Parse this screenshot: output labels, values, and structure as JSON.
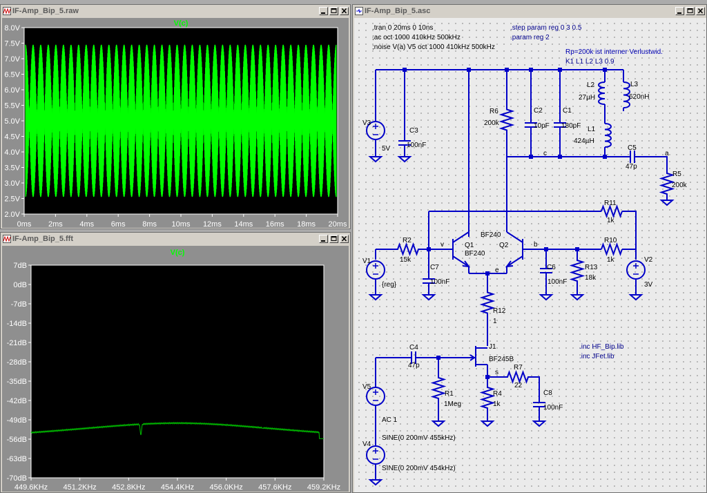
{
  "window_raw": {
    "title": "IF-Amp_Bip_5.raw",
    "trace": "V(c)",
    "y_ticks": [
      "8.0V",
      "7.5V",
      "7.0V",
      "6.5V",
      "6.0V",
      "5.5V",
      "5.0V",
      "4.5V",
      "4.0V",
      "3.5V",
      "3.0V",
      "2.5V",
      "2.0V"
    ],
    "x_ticks": [
      "0ms",
      "2ms",
      "4ms",
      "6ms",
      "8ms",
      "10ms",
      "12ms",
      "14ms",
      "16ms",
      "18ms",
      "20ms"
    ],
    "trace_color": "#00ff00"
  },
  "window_fft": {
    "title": "IF-Amp_Bip_5.fft",
    "trace": "V(c)",
    "y_ticks": [
      "7dB",
      "0dB",
      "-7dB",
      "-14dB",
      "-21dB",
      "-28dB",
      "-35dB",
      "-42dB",
      "-49dB",
      "-56dB",
      "-63dB",
      "-70dB"
    ],
    "x_ticks": [
      "449.6KHz",
      "451.2KHz",
      "452.8KHz",
      "454.4KHz",
      "456.0KHz",
      "457.6KHz",
      "459.2KHz"
    ],
    "trace_color": "#00c000"
  },
  "window_schematic": {
    "title": "IF-Amp_Bip_5.asc",
    "directives": {
      "tran": ".tran 0 20ms 0 10ns",
      "ac": ";ac oct 1000 410kHz 500kHz",
      "noise": ";noise V(a) V5 oct 1000 410kHz 500kHz",
      "step": ".step param reg 0 3 0.5",
      "param": ".param reg 2",
      "comment": "Rp=200k ist interner Verlustwid.",
      "coupling": "K1 L1 L2 L3 0.9",
      "inc_bip": ".inc HF_Bip.lib",
      "inc_jfet": ".inc JFet.lib"
    },
    "components": {
      "V3": {
        "name": "V3",
        "value": "5V"
      },
      "C3": {
        "name": "C3",
        "value": "100nF"
      },
      "R6": {
        "name": "R6",
        "value": "200k"
      },
      "C2": {
        "name": "C2",
        "value": "10pF"
      },
      "C1": {
        "name": "C1",
        "value": "180pF"
      },
      "L2": {
        "name": "L2",
        "value": "27µH"
      },
      "L3": {
        "name": "L3",
        "value": "620nH"
      },
      "L1": {
        "name": "L1",
        "value": "424µH"
      },
      "C5": {
        "name": "C5",
        "value": "47p"
      },
      "R5": {
        "name": "R5",
        "value": "200k"
      },
      "R11": {
        "name": "R11",
        "value": "1k"
      },
      "R2": {
        "name": "R2",
        "value": "15k"
      },
      "Q1": {
        "name": "Q1",
        "value": "BF240"
      },
      "Q2": {
        "name": "Q2",
        "value": "BF240"
      },
      "R10": {
        "name": "R10",
        "value": "1k"
      },
      "V1": {
        "name": "V1",
        "value": "{reg}"
      },
      "C7": {
        "name": "C7",
        "value": "100nF"
      },
      "C6": {
        "name": "C6",
        "value": "100nF"
      },
      "R13": {
        "name": "R13",
        "value": "18k"
      },
      "V2": {
        "name": "V2",
        "value": "3V"
      },
      "R12": {
        "name": "R12",
        "value": "1"
      },
      "C4": {
        "name": "C4",
        "value": "47p"
      },
      "J1": {
        "name": "J1",
        "value": "BF245B"
      },
      "R7": {
        "name": "R7",
        "value": "22"
      },
      "R1": {
        "name": "R1",
        "value": "1Meg"
      },
      "V5": {
        "name": "V5",
        "value": "AC 1"
      },
      "R4": {
        "name": "R4",
        "value": "1k"
      },
      "C8": {
        "name": "C8",
        "value": "100nF"
      },
      "V4": {
        "name": "V4",
        "value": "SINE(0 200mV 454kHz)"
      }
    },
    "v5_sine": "SINE(0 200mV 455kHz)",
    "nets": {
      "c": "c",
      "a": "a",
      "v": "v",
      "b": "b",
      "e": "e",
      "s": "s"
    },
    "wire_color": "#0000c8",
    "label_color": "#1a1a8c"
  }
}
